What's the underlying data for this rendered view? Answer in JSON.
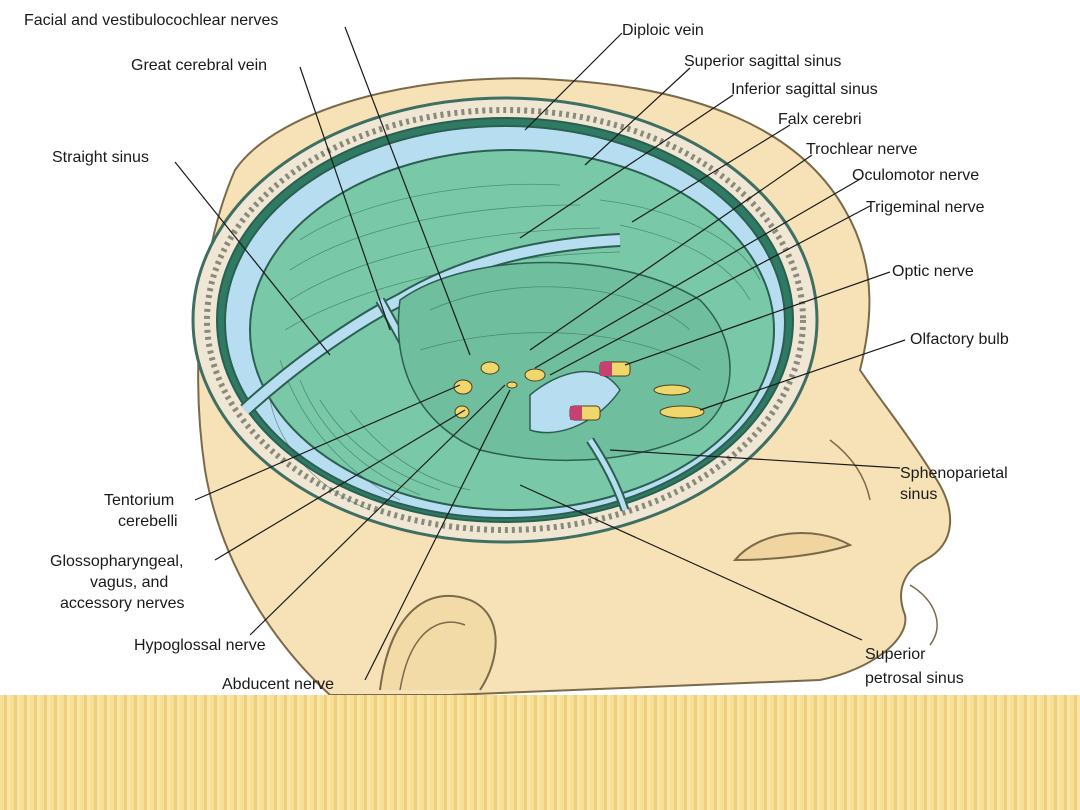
{
  "labels": {
    "facial_vestibulocochlear": "Facial and vestibulocochlear nerves",
    "great_cerebral_vein": "Great cerebral vein",
    "straight_sinus": "Straight sinus",
    "diploic_vein": "Diploic vein",
    "superior_sagittal_sinus": "Superior sagittal sinus",
    "inferior_sagittal_sinus": "Inferior sagittal sinus",
    "falx_cerebri": "Falx cerebri",
    "trochlear_nerve": "Trochlear nerve",
    "oculomotor_nerve": "Oculomotor nerve",
    "trigeminal_nerve": "Trigeminal nerve",
    "optic_nerve": "Optic nerve",
    "olfactory_bulb": "Olfactory bulb",
    "sphenoparietal_sinus": [
      "Sphenoparietal",
      "sinus"
    ],
    "tentorium_cerebelli": [
      "Tentorium",
      "cerebelli"
    ],
    "glossopharyngeal": [
      "Glossopharyngeal,",
      "vagus, and",
      "accessory nerves"
    ],
    "hypoglossal_nerve": "Hypoglossal nerve",
    "abducent_nerve": "Abducent nerve",
    "superior_petrosal_sinus": [
      "Superior",
      "petrosal sinus"
    ]
  },
  "colors": {
    "skin": "#f6e2b6",
    "dura": "#79c8a8",
    "sinus": "#b7def0",
    "bone": "#efe7d3",
    "band": "#f2d584"
  }
}
